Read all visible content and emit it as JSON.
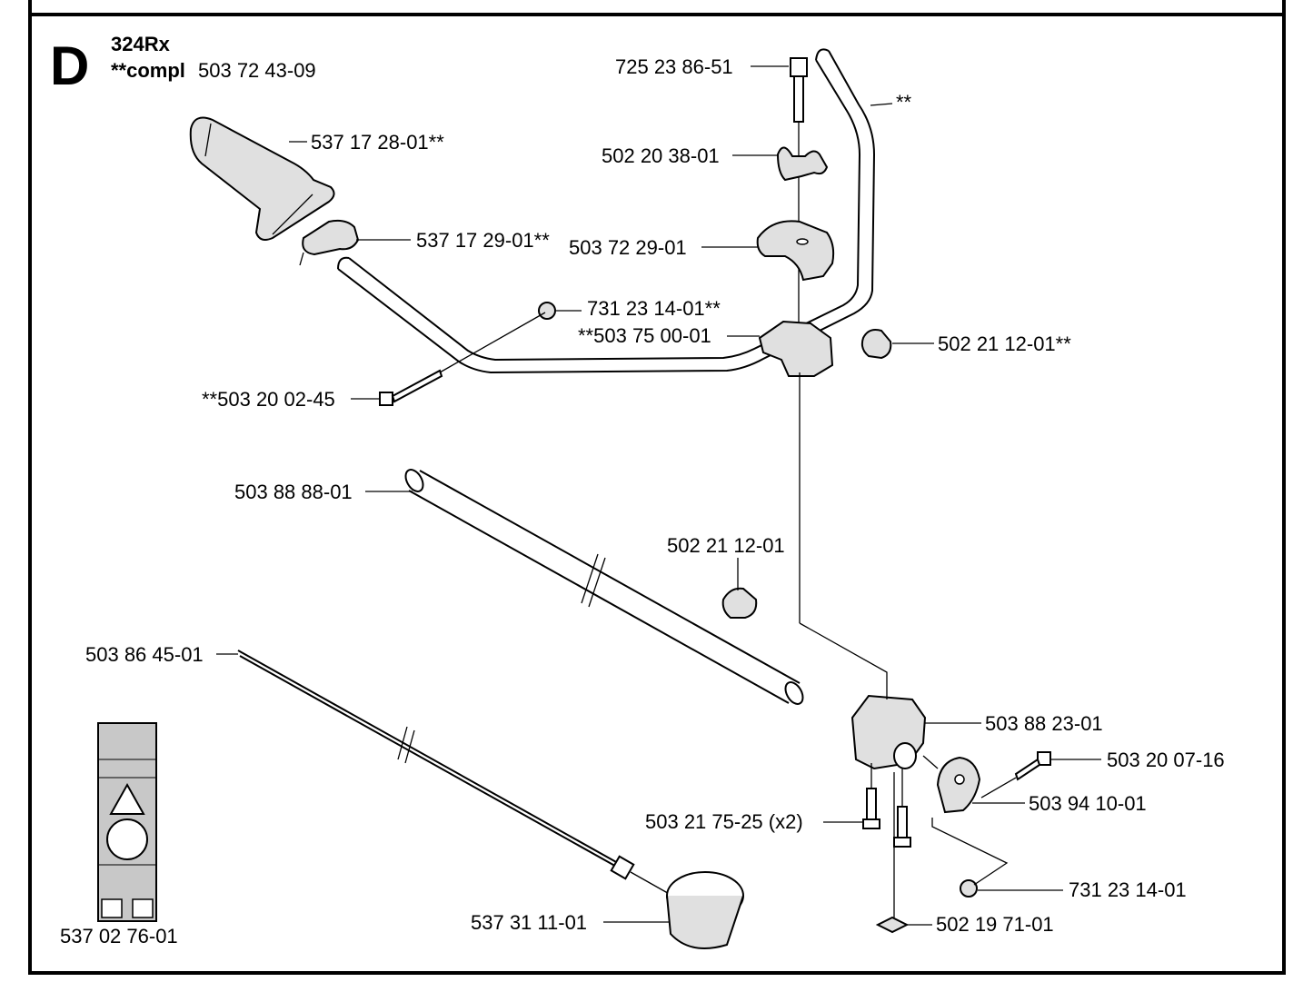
{
  "section": {
    "letter": "D",
    "model": "324Rx",
    "compl_prefix": "**compl",
    "compl_number": "503 72 43-09"
  },
  "parts": [
    {
      "id": "p1",
      "number": "725 23 86-51"
    },
    {
      "id": "p2",
      "number": "**"
    },
    {
      "id": "p3",
      "number": "537 17 28-01**"
    },
    {
      "id": "p4",
      "number": "502 20 38-01"
    },
    {
      "id": "p5",
      "number": "537 17 29-01**"
    },
    {
      "id": "p6",
      "number": "503 72 29-01"
    },
    {
      "id": "p7",
      "number": "731 23 14-01**"
    },
    {
      "id": "p8",
      "number": "**503 75 00-01"
    },
    {
      "id": "p9",
      "number": "502 21 12-01**"
    },
    {
      "id": "p10",
      "number": "**503 20 02-45"
    },
    {
      "id": "p11",
      "number": "503 88 88-01"
    },
    {
      "id": "p12",
      "number": "502 21 12-01"
    },
    {
      "id": "p13",
      "number": "503 86 45-01"
    },
    {
      "id": "p14",
      "number": "503 88 23-01"
    },
    {
      "id": "p15",
      "number": "503 20 07-16"
    },
    {
      "id": "p16",
      "number": "503 94 10-01"
    },
    {
      "id": "p17",
      "number": "503 21 75-25 (x2)"
    },
    {
      "id": "p18",
      "number": "731 23 14-01"
    },
    {
      "id": "p19",
      "number": "537 31 11-01"
    },
    {
      "id": "p20",
      "number": "502 19 71-01"
    },
    {
      "id": "p21",
      "number": "537 02 76-01"
    }
  ]
}
